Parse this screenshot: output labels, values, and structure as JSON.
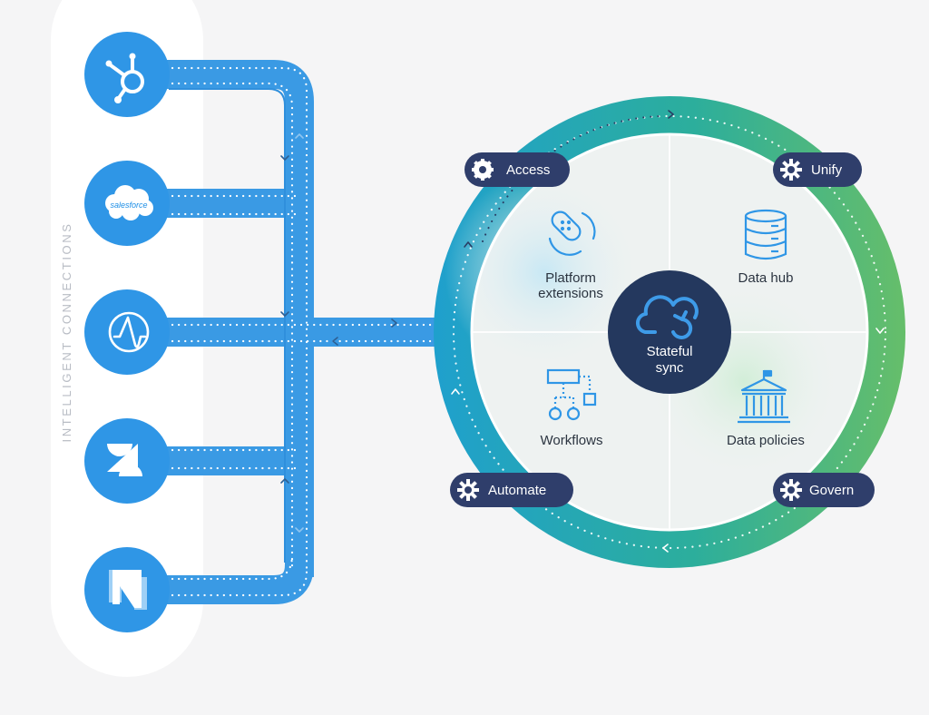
{
  "side_label": "INTELLIGENT CONNECTIONS",
  "connectors": [
    {
      "name": "hubspot",
      "icon": "hubspot-icon"
    },
    {
      "name": "salesforce",
      "icon": "salesforce-icon",
      "brand_text": "salesforce"
    },
    {
      "name": "amplitude",
      "icon": "amplitude-icon"
    },
    {
      "name": "zendesk",
      "icon": "zendesk-icon"
    },
    {
      "name": "netsuite",
      "icon": "netsuite-icon"
    }
  ],
  "center": {
    "line1": "Stateful",
    "line2": "sync"
  },
  "capabilities": {
    "platform_extensions": {
      "line1": "Platform",
      "line2": "extensions",
      "icon": "bandage-refresh-icon"
    },
    "data_hub": {
      "label": "Data hub",
      "icon": "database-icon"
    },
    "workflows": {
      "label": "Workflows",
      "icon": "workflow-icon"
    },
    "data_policies": {
      "label": "Data policies",
      "icon": "government-building-icon"
    }
  },
  "pills": {
    "access": "Access",
    "unify": "Unify",
    "automate": "Automate",
    "govern": "Govern"
  },
  "colors": {
    "background": "#f5f5f6",
    "connector_blue": "#2f96e6",
    "pipe_blue": "#3a9ae4",
    "ring_teal": "#1fa4bf",
    "ring_green": "#63bd6e",
    "navy": "#2f3e6b",
    "center_navy": "#24385e"
  }
}
